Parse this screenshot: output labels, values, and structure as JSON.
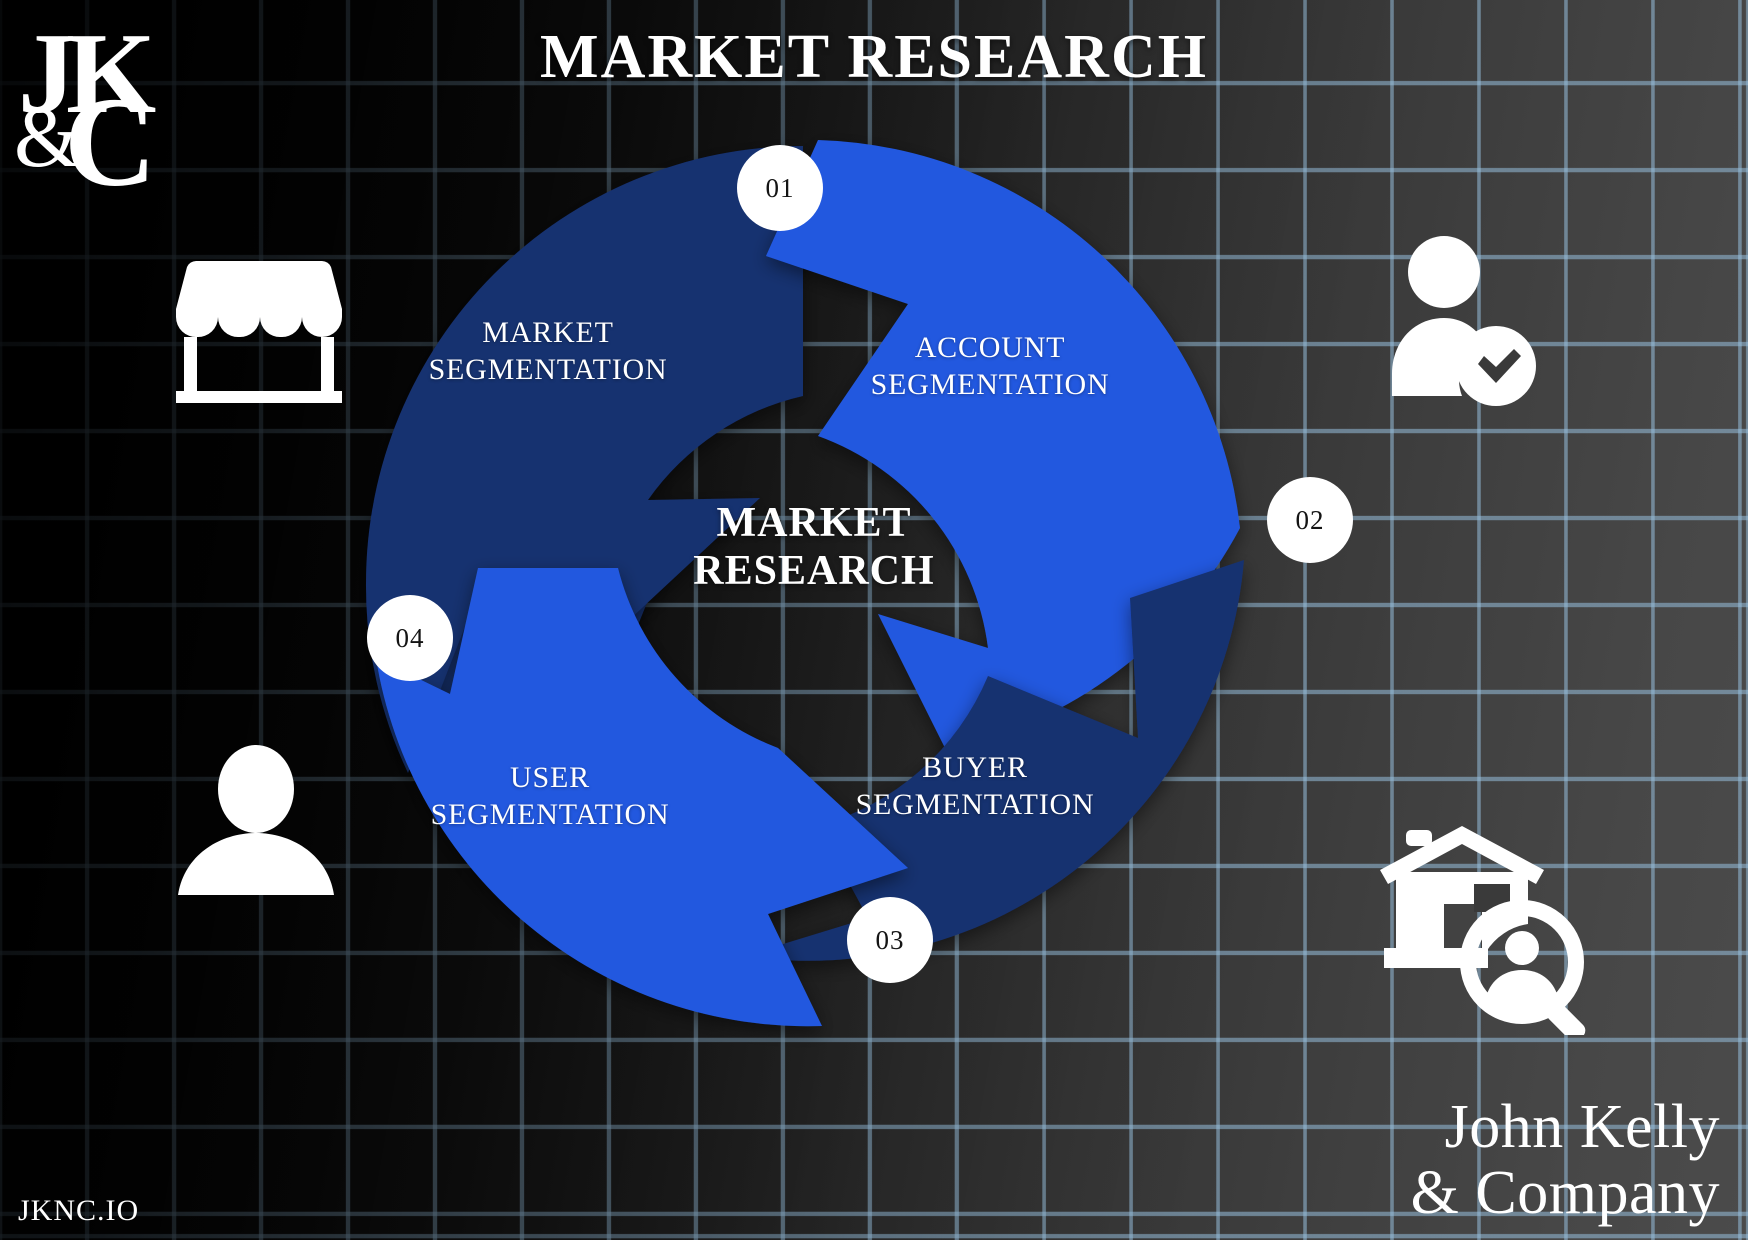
{
  "brand": {
    "monogram_jk": "JK",
    "monogram_amp": "&",
    "monogram_c": "C",
    "wordmark_line1": "John Kelly",
    "wordmark_line2": "& Company",
    "watermark": "JKNC.IO"
  },
  "headline": "MARKET RESEARCH",
  "hub": {
    "line1": "MARKET",
    "line2": "RESEARCH"
  },
  "colors": {
    "segment_dark_navy": "#16306f",
    "segment_bright_blue": "#2259df",
    "badge_background": "#ffffff",
    "badge_text": "#141414",
    "grid_line": "#8fb4cc",
    "label_text": "#ffffff"
  },
  "segments": [
    {
      "number": "01",
      "label_line1": "MARKET",
      "label_line2": "SEGMENTATION",
      "color": "#16306f",
      "icon": "storefront-icon"
    },
    {
      "number": "02",
      "label_line1": "ACCOUNT",
      "label_line2": "SEGMENTATION",
      "color": "#2259df",
      "icon": "user-check-icon"
    },
    {
      "number": "03",
      "label_line1": "BUYER",
      "label_line2": "SEGMENTATION",
      "color": "#16306f",
      "icon": "house-search-icon"
    },
    {
      "number": "04",
      "label_line1": "USER",
      "label_line2": "SEGMENTATION",
      "color": "#2259df",
      "icon": "person-icon"
    }
  ],
  "icons": {
    "storefront": "storefront-icon",
    "user_check": "user-check-icon",
    "person": "person-icon",
    "house_search": "house-search-icon"
  }
}
